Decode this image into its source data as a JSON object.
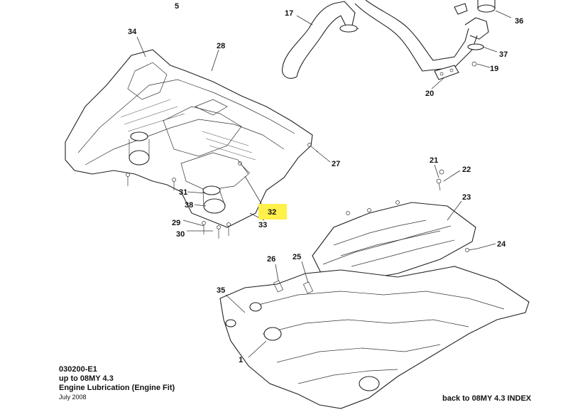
{
  "caption": {
    "code": "030200-E1",
    "model": "up to 08MY 4.3",
    "title": "Engine Lubrication (Engine Fit)",
    "date": "July 2008"
  },
  "nav": {
    "back_label": "back to 08MY 4.3 INDEX"
  },
  "callouts": [
    {
      "id": "1",
      "label": "1"
    },
    {
      "id": "5",
      "label": "5"
    },
    {
      "id": "17",
      "label": "17"
    },
    {
      "id": "19",
      "label": "19"
    },
    {
      "id": "20",
      "label": "20"
    },
    {
      "id": "21",
      "label": "21"
    },
    {
      "id": "22",
      "label": "22"
    },
    {
      "id": "23",
      "label": "23"
    },
    {
      "id": "24",
      "label": "24"
    },
    {
      "id": "25",
      "label": "25"
    },
    {
      "id": "26",
      "label": "26"
    },
    {
      "id": "27",
      "label": "27"
    },
    {
      "id": "28",
      "label": "28"
    },
    {
      "id": "29",
      "label": "29"
    },
    {
      "id": "30",
      "label": "30"
    },
    {
      "id": "31",
      "label": "31"
    },
    {
      "id": "32",
      "label": "32"
    },
    {
      "id": "33",
      "label": "33"
    },
    {
      "id": "34",
      "label": "34"
    },
    {
      "id": "35",
      "label": "35"
    },
    {
      "id": "36",
      "label": "36"
    },
    {
      "id": "37",
      "label": "37"
    },
    {
      "id": "38",
      "label": "38"
    }
  ],
  "highlighted_callout": "32",
  "colors": {
    "highlight": "#fff04a",
    "line": "#222222"
  }
}
